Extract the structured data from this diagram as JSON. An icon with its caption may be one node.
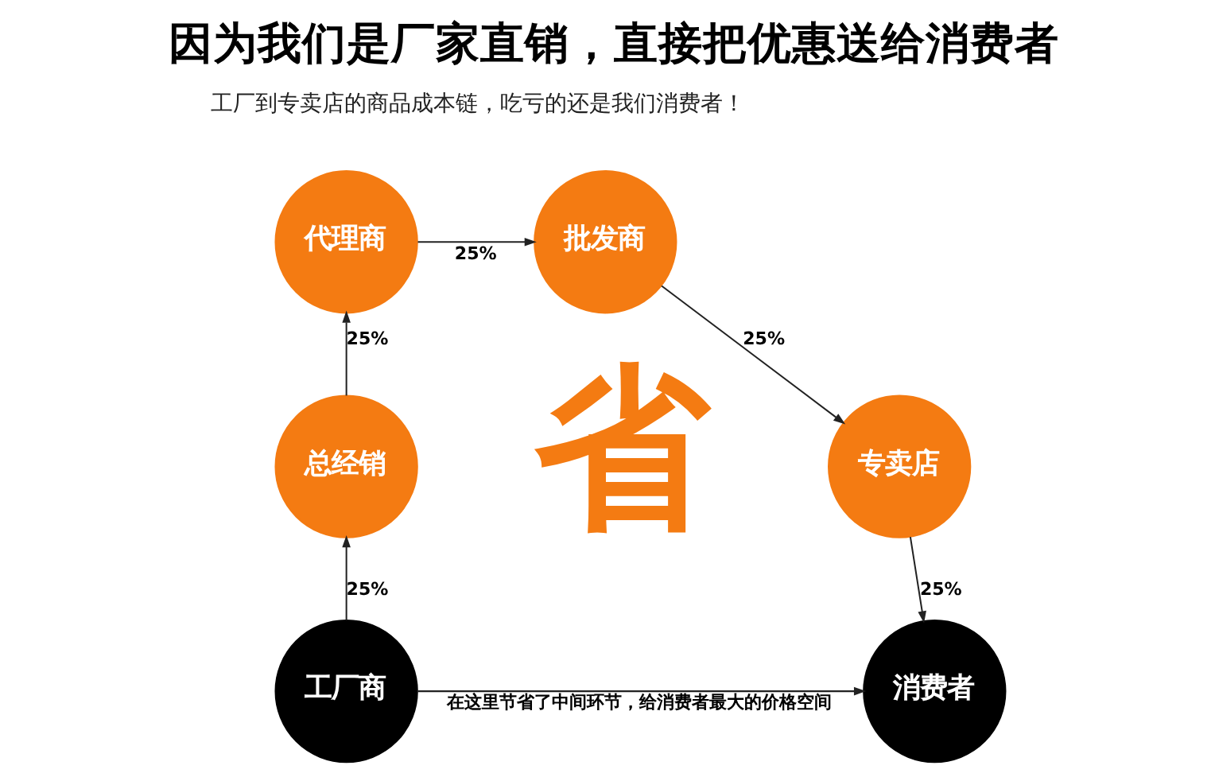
{
  "diagram": {
    "title": "因为我们是厂家直销，直接把优惠送给消费者",
    "nodes": [
      {
        "text": [
          "工厂商"
        ]
      },
      {
        "text": [
          "总经销"
        ]
      },
      {
        "text": [
          "代理商"
        ]
      },
      {
        "text": [
          "批发商"
        ]
      },
      {
        "text": [
          "专卖店"
        ]
      },
      {
        "text": [
          "消费者"
        ]
      }
    ],
    "edges": [
      {
        "from": 0,
        "to": 1,
        "arrow": "to",
        "label": "25%"
      },
      {
        "from": 1,
        "to": 2,
        "arrow": "to",
        "label": "25%"
      },
      {
        "from": 2,
        "to": 3,
        "arrow": "to",
        "label": "25%"
      },
      {
        "from": 3,
        "to": 4,
        "arrow": "to",
        "label": "25%"
      },
      {
        "from": 4,
        "to": 5,
        "arrow": "to",
        "label": "25%"
      },
      {
        "from": 0,
        "to": 5,
        "arrow": "to",
        "label": "在这里节省了中间环节，给消费者最大的价格空间"
      }
    ],
    "labels": [
      "工厂到专卖店的商品成本链，吃亏的还是我们消费者！",
      "省"
    ]
  }
}
